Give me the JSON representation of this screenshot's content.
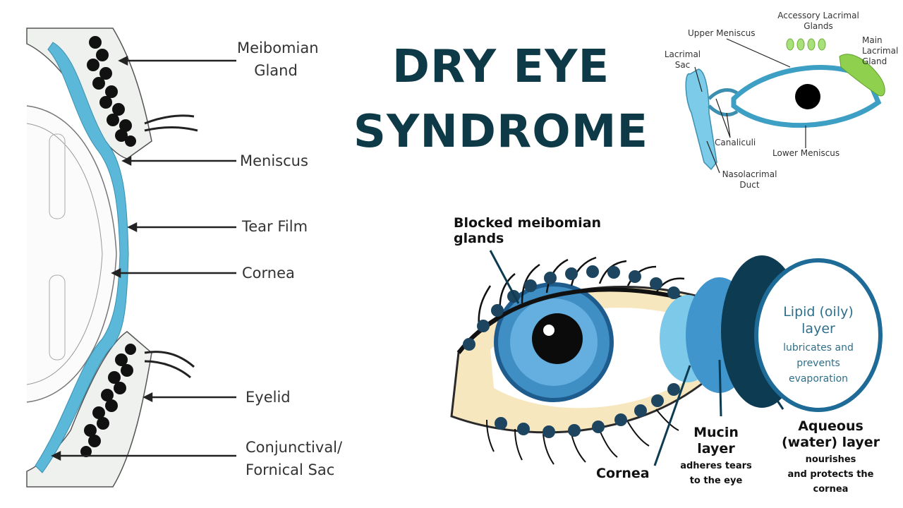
{
  "title": {
    "line1": "DRY EYE",
    "line2": "SYNDROME"
  },
  "cross_section": {
    "meibomian_gland": {
      "line1": "Meibomian",
      "line2": "Gland"
    },
    "meniscus": "Meniscus",
    "tear_film": "Tear Film",
    "cornea": "Cornea",
    "eyelid": "Eyelid",
    "conjunctival": {
      "line1": "Conjunctival/",
      "line2": "Fornical Sac"
    }
  },
  "lacrimal_diagram": {
    "accessory": {
      "line1": "Accessory Lacrimal",
      "line2": "Glands"
    },
    "upper_meniscus": "Upper Meniscus",
    "lacrimal_sac": {
      "line1": "Lacrimal",
      "line2": "Sac"
    },
    "main_gland": {
      "line1": "Main",
      "line2": "Lacrimal",
      "line3": "Gland"
    },
    "canaliculi": "Canaliculi",
    "lower_meniscus": "Lower Meniscus",
    "nasolacrimal": {
      "line1": "Nasolacrimal",
      "line2": "Duct"
    }
  },
  "eye_diagram": {
    "blocked": {
      "line1": "Blocked meibomian",
      "line2": "glands"
    },
    "lipid": {
      "title1": "Lipid (oily)",
      "title2": "layer",
      "desc1": "lubricates and",
      "desc2": "prevents",
      "desc3": "evaporation"
    },
    "mucin": {
      "title1": "Mucin",
      "title2": "layer",
      "desc1": "adheres tears",
      "desc2": "to the eye"
    },
    "aqueous": {
      "title1": "Aqueous",
      "title2": "(water) layer",
      "desc1": "nourishes",
      "desc2": "and protects the",
      "desc3": "cornea"
    },
    "cornea": "Cornea"
  },
  "colors": {
    "title": "#0e3a47",
    "tear_blue": "#5bb8d8",
    "gland_green": "#8fd14f",
    "dark_blue": "#0d3b52"
  }
}
